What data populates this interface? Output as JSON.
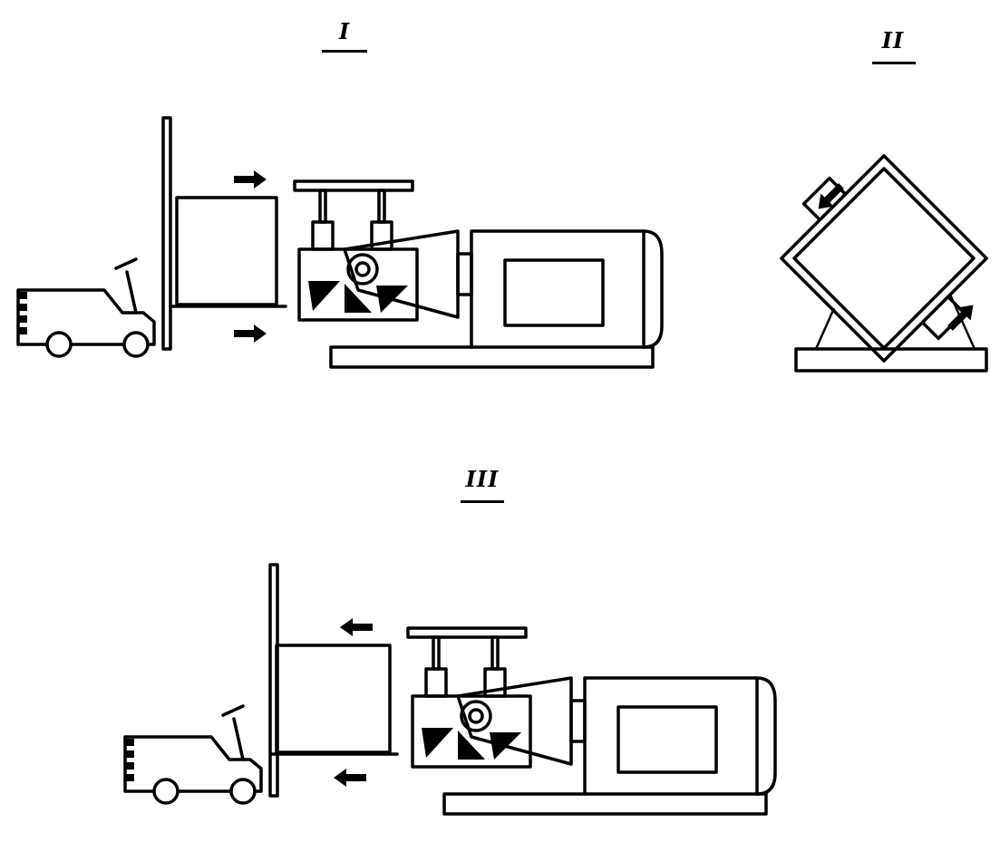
{
  "panels": {
    "step1": {
      "label": "I"
    },
    "step2": {
      "label": "II"
    },
    "step3": {
      "label": "III"
    }
  },
  "colors": {
    "ink": "#000000",
    "paper": "#ffffff"
  },
  "icons": {
    "forklift": "forklift-icon",
    "container": "container-box",
    "tilting_machine": "tipping-machine",
    "arrow": "arrow-icon"
  }
}
